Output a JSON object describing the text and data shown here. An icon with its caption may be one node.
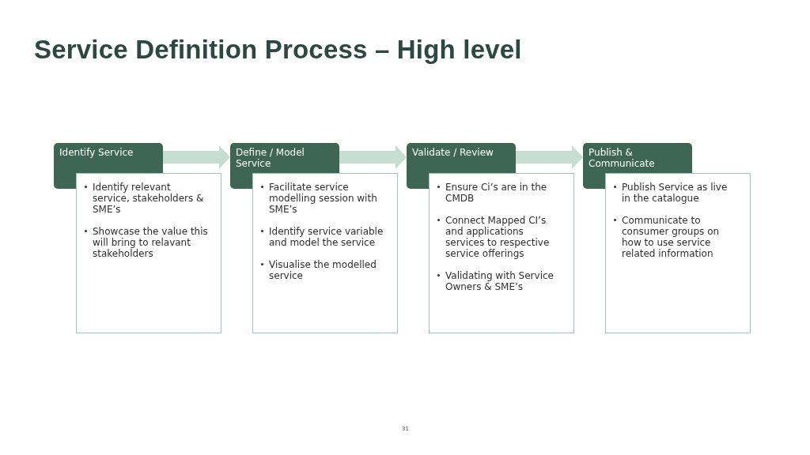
{
  "diagram": {
    "title": "Service Definition Process – High level",
    "nodes": [
      {
        "text": [
          "Identify Service"
        ]
      },
      {
        "text": [
          "Identify relevant service, stakeholders & SME’s",
          "Showcase the value this will bring to relavant stakeholders"
        ]
      },
      {
        "text": [
          "Define / Model Service"
        ]
      },
      {
        "text": [
          "Facilitate service modelling session with SME’s",
          "Identify service variable and model the service",
          "Visualise the modelled service"
        ]
      },
      {
        "text": [
          "Validate / Review"
        ]
      },
      {
        "text": [
          "Ensure Ci’s are in the CMDB",
          "Connect Mapped CI’s and applications services to respective service offerings",
          "Validating with Service Owners & SME’s"
        ]
      },
      {
        "text": [
          "Publish & Communicate"
        ]
      },
      {
        "text": [
          "Publish Service as live in the catalogue",
          "Communicate to consumer groups on how to use service related information"
        ]
      }
    ],
    "edges": [
      {
        "from": 0,
        "to": 2,
        "arrow": "to"
      },
      {
        "from": 2,
        "to": 4,
        "arrow": "to"
      },
      {
        "from": 4,
        "to": 6,
        "arrow": "to"
      }
    ],
    "labels": [
      "31"
    ]
  }
}
